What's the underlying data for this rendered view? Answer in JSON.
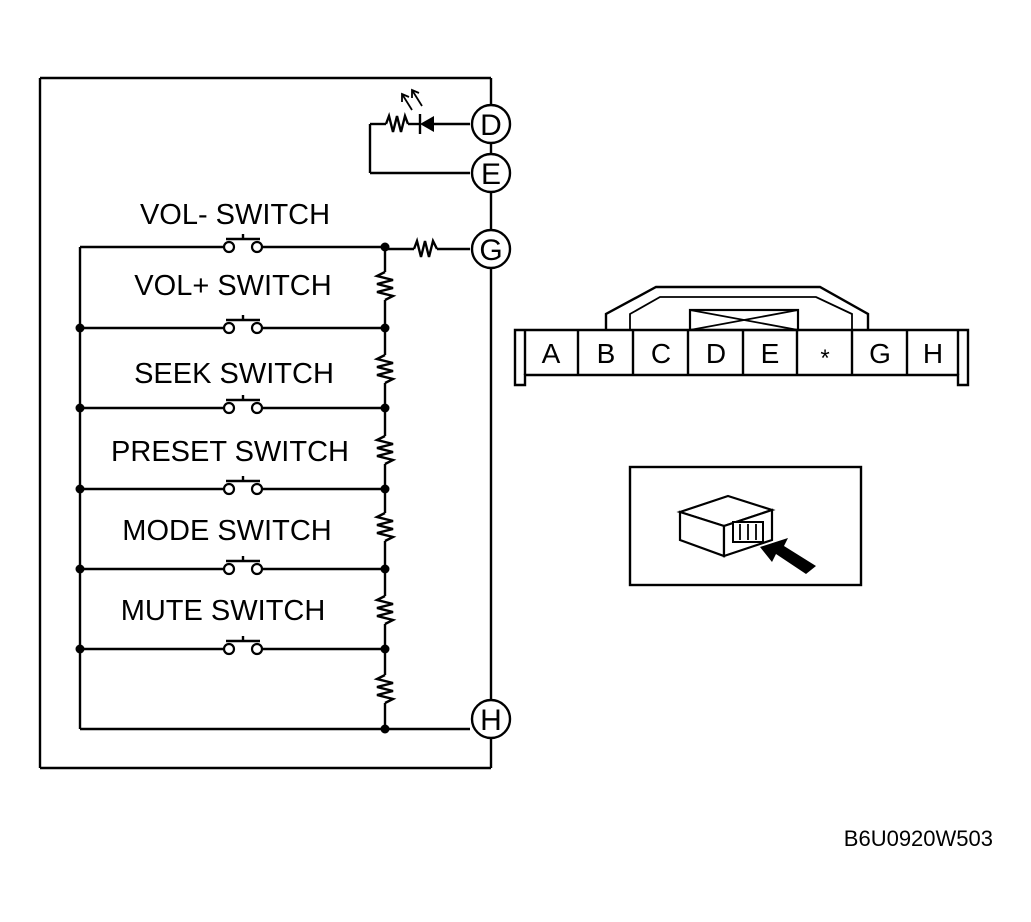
{
  "switches": [
    {
      "label": "VOL- SWITCH"
    },
    {
      "label": "VOL+ SWITCH"
    },
    {
      "label": "SEEK SWITCH"
    },
    {
      "label": "PRESET SWITCH"
    },
    {
      "label": "MODE SWITCH"
    },
    {
      "label": "MUTE SWITCH"
    }
  ],
  "terminals": {
    "d": "D",
    "e": "E",
    "g": "G",
    "h": "H"
  },
  "connector": {
    "pins": [
      "A",
      "B",
      "C",
      "D",
      "E",
      "*",
      "G",
      "H"
    ]
  },
  "figure_code": "B6U0920W503",
  "icons": {
    "led": "led-icon",
    "resistor": "resistor-icon",
    "push_switch": "push-switch-icon",
    "connector_view": "connector-view-icon",
    "arrow": "arrow-icon"
  }
}
